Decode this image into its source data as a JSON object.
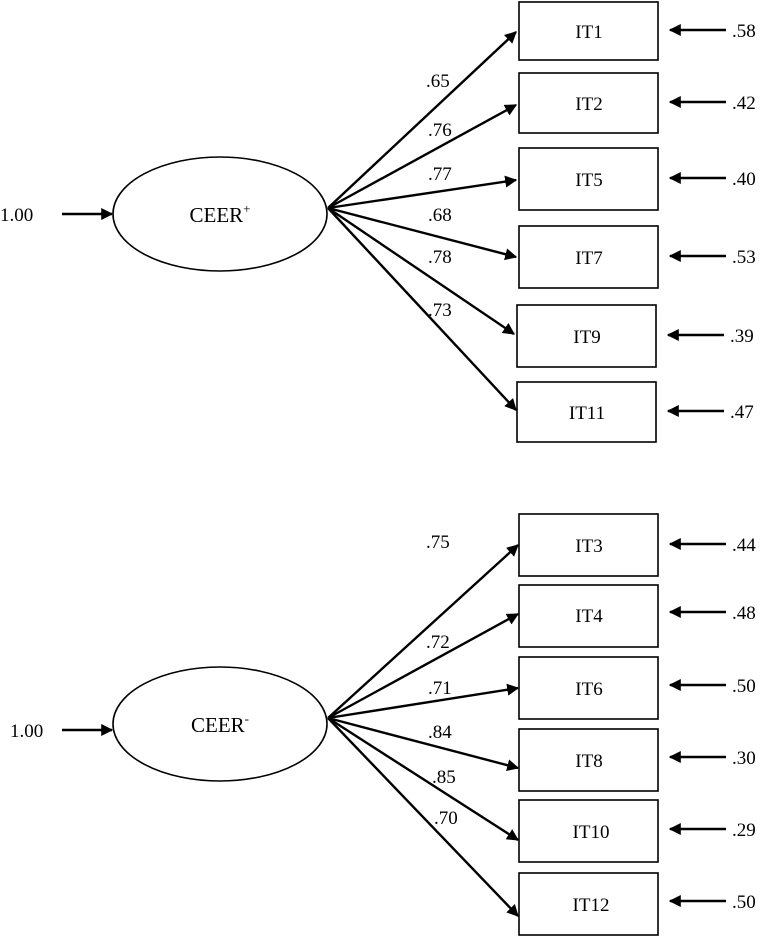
{
  "models": [
    {
      "factor": {
        "name": "CEER",
        "sup": "+",
        "variance": "1.00"
      },
      "items": [
        {
          "label": "IT1",
          "loading": ".65",
          "error": ".58"
        },
        {
          "label": "IT2",
          "loading": ".76",
          "error": ".42"
        },
        {
          "label": "IT5",
          "loading": ".77",
          "error": ".40"
        },
        {
          "label": "IT7",
          "loading": ".68",
          "error": ".53"
        },
        {
          "label": "IT9",
          "loading": ".78",
          "error": ".39"
        },
        {
          "label": "IT11",
          "loading": ".73",
          "error": ".47"
        }
      ]
    },
    {
      "factor": {
        "name": "CEER",
        "sup": "-",
        "variance": "1.00"
      },
      "items": [
        {
          "label": "IT3",
          "loading": ".75",
          "error": ".44"
        },
        {
          "label": "IT4",
          "loading": ".72",
          "error": ".48"
        },
        {
          "label": "IT6",
          "loading": ".71",
          "error": ".50"
        },
        {
          "label": "IT8",
          "loading": ".84",
          "error": ".30"
        },
        {
          "label": "IT10",
          "loading": ".85",
          "error": ".29"
        },
        {
          "label": "IT12",
          "loading": ".70",
          "error": ".50"
        }
      ]
    }
  ]
}
